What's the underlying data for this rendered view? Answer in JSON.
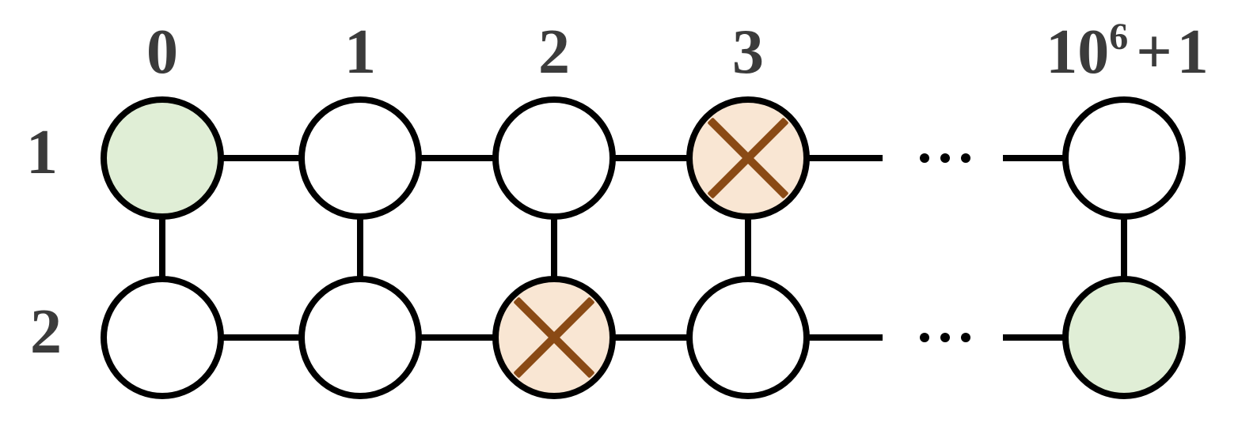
{
  "row_labels": [
    "1",
    "2"
  ],
  "column_labels": [
    "0",
    "1",
    "2",
    "3"
  ],
  "last_column_label": {
    "base": "10",
    "exponent": "6",
    "operator": "+",
    "operand": "1"
  },
  "continuation_marks": "...",
  "colors": {
    "background": "#ffffff",
    "edge": "#000000",
    "node_fill": "#ffffff",
    "start_goal_fill": "#e0eed6",
    "blocked_fill": "#f9e6d3",
    "cross": "#8a4a15",
    "label": "#3b3b3b"
  },
  "graph": {
    "rows": 2,
    "nodes": [
      {
        "id": "r1c0",
        "row": "1",
        "col": "0",
        "state": "start"
      },
      {
        "id": "r1c1",
        "row": "1",
        "col": "1",
        "state": "free"
      },
      {
        "id": "r1c2",
        "row": "1",
        "col": "2",
        "state": "free"
      },
      {
        "id": "r1c3",
        "row": "1",
        "col": "3",
        "state": "blocked"
      },
      {
        "id": "r1cL",
        "row": "1",
        "col": "10^6+1",
        "state": "free"
      },
      {
        "id": "r2c0",
        "row": "2",
        "col": "0",
        "state": "free"
      },
      {
        "id": "r2c1",
        "row": "2",
        "col": "1",
        "state": "free"
      },
      {
        "id": "r2c2",
        "row": "2",
        "col": "2",
        "state": "blocked"
      },
      {
        "id": "r2c3",
        "row": "2",
        "col": "3",
        "state": "free"
      },
      {
        "id": "r2cL",
        "row": "2",
        "col": "10^6+1",
        "state": "goal"
      }
    ]
  }
}
